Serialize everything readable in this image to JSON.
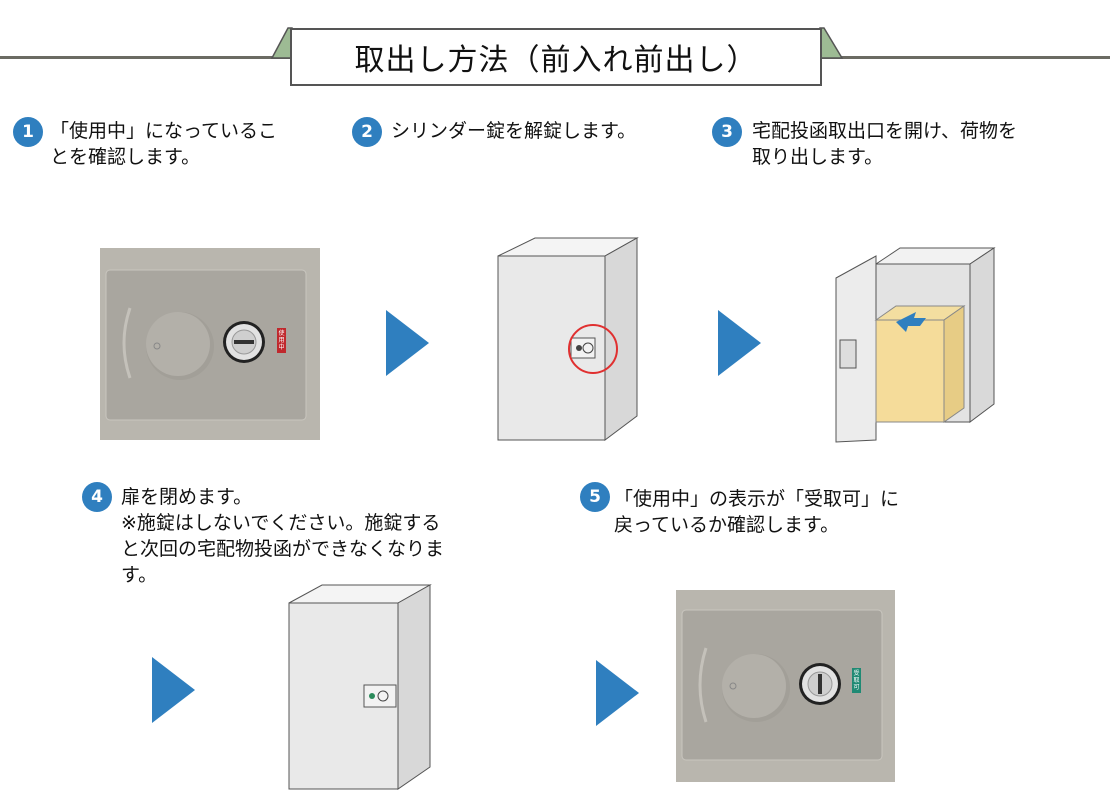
{
  "title": "取出し方法（前入れ前出し）",
  "colors": {
    "accent": "#2f7fbf",
    "title_tab": "#9dbb94",
    "in_use_tag": "#c0282d",
    "available_tag": "#1f8a74"
  },
  "steps": [
    {
      "number": "1",
      "text": "「使用中」になっているこ\nとを確認します。"
    },
    {
      "number": "2",
      "text": "シリンダー錠を解錠します。"
    },
    {
      "number": "3",
      "text": "宅配投函取出口を開け、荷物を\n取り出します。"
    },
    {
      "number": "4",
      "text": "扉を閉めます。\n※施錠はしないでください。施錠する\nと次回の宅配物投函ができなくなりま\nす。"
    },
    {
      "number": "5",
      "text": "「使用中」の表示が「受取可」に\n戻っているか確認します。"
    }
  ],
  "lock_tags": {
    "in_use": "使用中",
    "available": "受取可"
  }
}
